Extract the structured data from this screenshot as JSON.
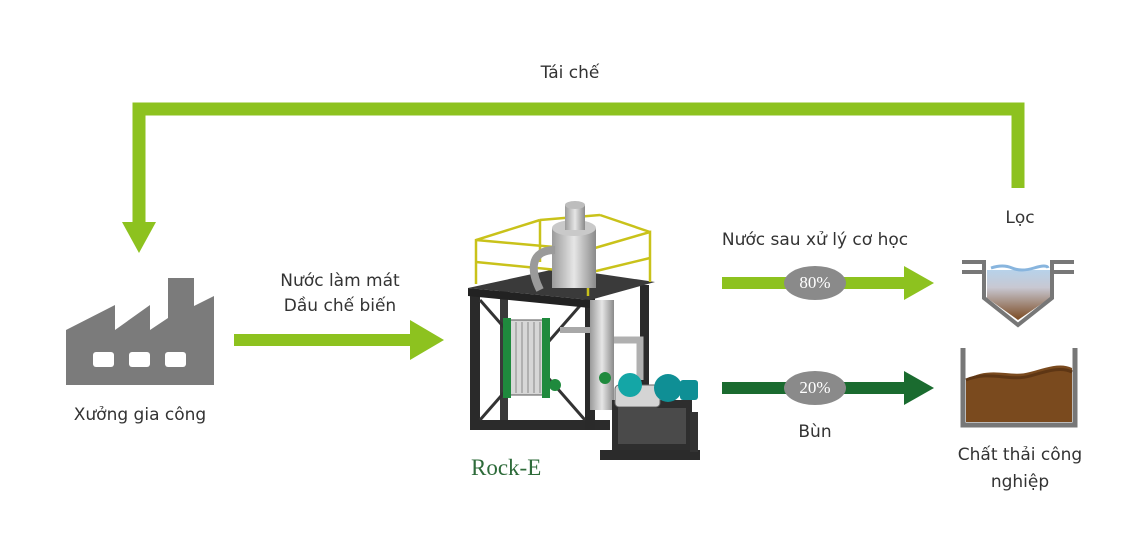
{
  "labels": {
    "recycle": "Tái chế",
    "factory": "Xưởng gia công",
    "input_line1": "Nước làm mát",
    "input_line2": "Dầu chế biến",
    "machine": "Rock-E",
    "treated_water": "Nước sau xử lý cơ học",
    "filter": "Lọc",
    "sludge": "Bùn",
    "waste_line1": "Chất thải công",
    "waste_line2": "nghiệp"
  },
  "badges": {
    "water_percent": "80%",
    "sludge_percent": "20%"
  },
  "colors": {
    "light_green": "#8dc21f",
    "dark_green": "#1a6b2f",
    "factory_gray": "#7b7b7b",
    "badge_gray": "#8a8a8a",
    "water_blue": "#aac8e4",
    "sludge_brown": "#7a4a1e",
    "machine_label": "#2e6b3a"
  },
  "icons": {
    "factory": "factory-icon",
    "machine": "evaporator-machine-icon",
    "filter": "filter-tank-icon",
    "waste": "waste-bin-icon"
  }
}
